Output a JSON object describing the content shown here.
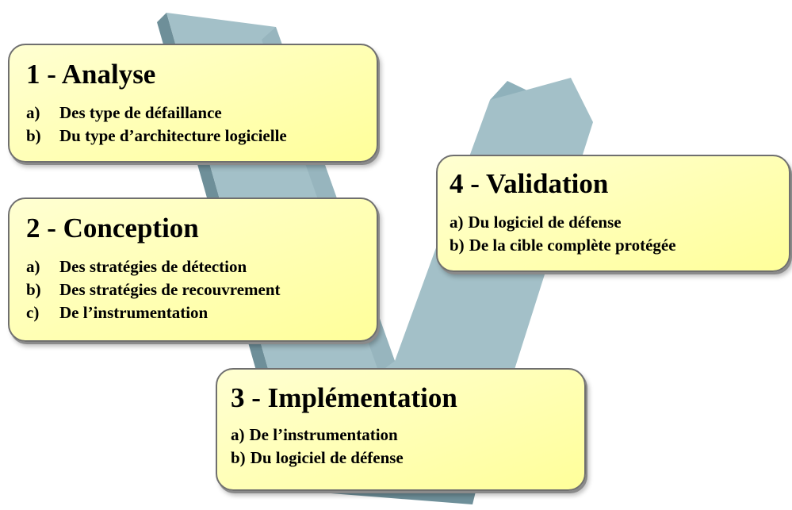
{
  "steps": [
    {
      "title": "1 - Analyse",
      "items": [
        {
          "marker": "a)",
          "text": "Des type de défaillance"
        },
        {
          "marker": "b)",
          "text": "Du type d’architecture logicielle"
        }
      ]
    },
    {
      "title": "2 - Conception",
      "items": [
        {
          "marker": "a)",
          "text": "Des stratégies de détection"
        },
        {
          "marker": "b)",
          "text": "Des stratégies de recouvrement"
        },
        {
          "marker": "c)",
          "text": "De l’instrumentation"
        }
      ]
    },
    {
      "title": "3 - Implémentation",
      "items": [
        {
          "marker": "a)",
          "text": "De l’instrumentation"
        },
        {
          "marker": "b)",
          "text": "Du logiciel de défense"
        }
      ]
    },
    {
      "title": "4 - Validation",
      "items": [
        {
          "marker": "a)",
          "text": "Du logiciel de défense"
        },
        {
          "marker": "b)",
          "text": "De la cible complète protégée"
        }
      ]
    }
  ],
  "colors": {
    "box_fill": "#ffff9a",
    "box_border": "#6f6f6f",
    "v_face": "#9cb9c2",
    "v_side": "#6e8f99"
  }
}
